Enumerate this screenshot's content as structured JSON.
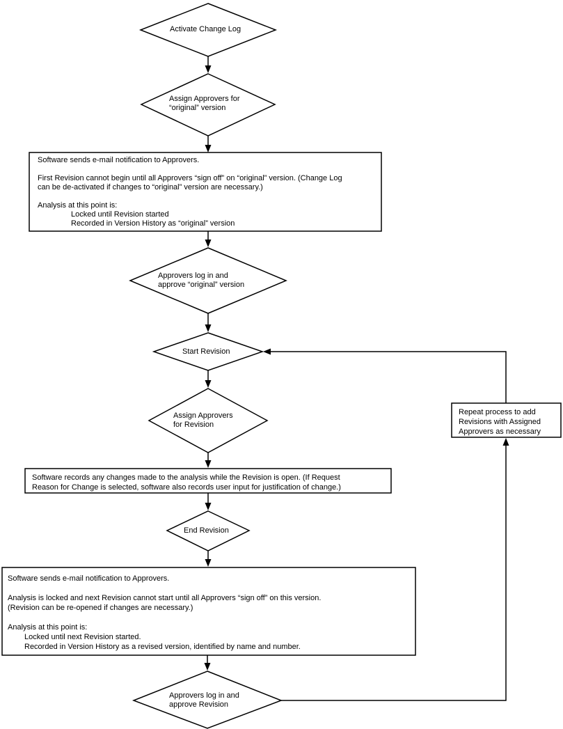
{
  "meta": {
    "background_color": "#ffffff",
    "line_color": "#000000"
  },
  "nodes": {
    "activate_change_log": "Activate Change Log",
    "assign_approvers_original": "Assign Approvers for\n“original” version",
    "email_notification_original": "Software sends e-mail notification to Approvers.\n\nFirst Revision cannot begin until all Approvers “sign off” on “original” version. (Change Log\ncan be de-activated if changes to “original” version are necessary.)\n\nAnalysis at this point is:\n\t\tLocked until Revision started\n\t\tRecorded in Version History as “original” version",
    "approvers_approve_original": "Approvers log in and\napprove “original” version",
    "start_revision": "Start Revision",
    "assign_approvers_revision": "Assign Approvers\nfor Revision",
    "software_records_changes": "Software records any changes made to the analysis while the Revision is open. (If Request\nReason for Change is selected, software also records user input for justification of change.)",
    "end_revision": "End Revision",
    "email_notification_revision": "Software sends e-mail notification to Approvers.\n\nAnalysis is locked and next Revision cannot start until all Approvers “sign off” on this version.\n(Revision can be re-opened if changes are necessary.)\n\nAnalysis at this point is:\n\tLocked until next Revision started.\n\tRecorded in Version History as a revised version, identified by name and number.",
    "approvers_approve_revision": "Approvers log in and\napprove Revision",
    "repeat_process": "Repeat process to add\nRevisions with Assigned\nApprovers as necessary"
  },
  "node_types": {
    "activate_change_log": "decision-diamond",
    "assign_approvers_original": "decision-diamond",
    "email_notification_original": "process-rectangle",
    "approvers_approve_original": "decision-diamond",
    "start_revision": "decision-diamond",
    "assign_approvers_revision": "decision-diamond",
    "software_records_changes": "process-rectangle",
    "end_revision": "decision-diamond",
    "email_notification_revision": "process-rectangle",
    "approvers_approve_revision": "decision-diamond",
    "repeat_process": "process-rectangle"
  },
  "edges": [
    {
      "from": "activate_change_log",
      "to": "assign_approvers_original"
    },
    {
      "from": "assign_approvers_original",
      "to": "email_notification_original"
    },
    {
      "from": "email_notification_original",
      "to": "approvers_approve_original"
    },
    {
      "from": "approvers_approve_original",
      "to": "start_revision"
    },
    {
      "from": "start_revision",
      "to": "assign_approvers_revision"
    },
    {
      "from": "assign_approvers_revision",
      "to": "software_records_changes"
    },
    {
      "from": "software_records_changes",
      "to": "end_revision"
    },
    {
      "from": "end_revision",
      "to": "email_notification_revision"
    },
    {
      "from": "email_notification_revision",
      "to": "approvers_approve_revision"
    },
    {
      "from": "approvers_approve_revision",
      "to": "repeat_process"
    },
    {
      "from": "repeat_process",
      "to": "start_revision"
    }
  ]
}
